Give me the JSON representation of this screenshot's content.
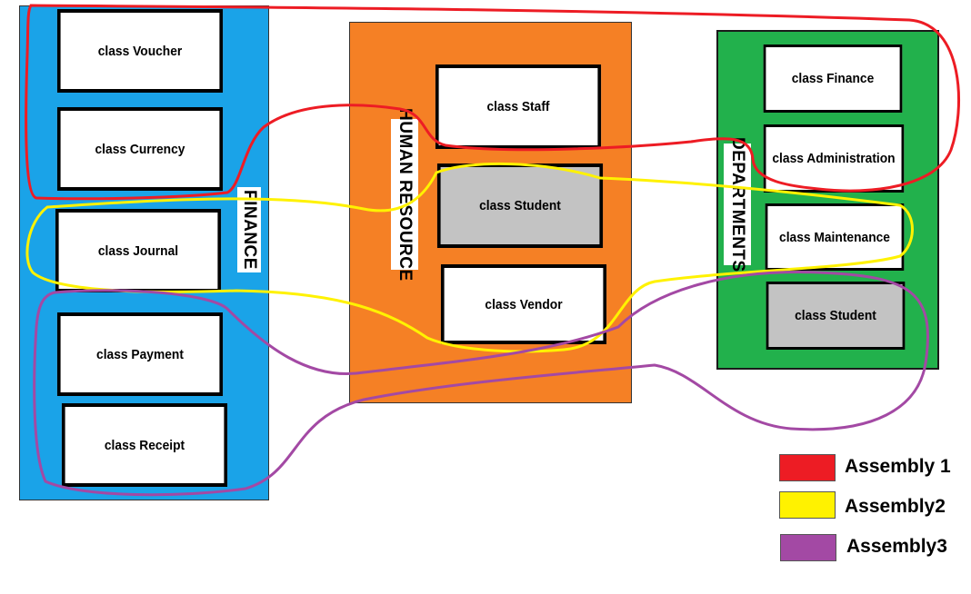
{
  "groups": {
    "finance": {
      "label": "FINANCE",
      "color": "#1aa3e8",
      "classes": [
        "class Voucher",
        "class Currency",
        "class Journal",
        "class Payment",
        "class Receipt"
      ]
    },
    "human_resource": {
      "label": "HUMAN RESOURCE",
      "color": "#f58025",
      "classes": [
        "class Staff",
        "class Student",
        "class Vendor"
      ]
    },
    "departments": {
      "label": "DEPARTMENTS",
      "color": "#22b14c",
      "classes": [
        "class Finance",
        "class Administration",
        "class Maintenance",
        "class Student"
      ]
    }
  },
  "legend": [
    {
      "label": "Assembly 1",
      "color": "#ed1c24"
    },
    {
      "label": "Assembly2",
      "color": "#fff200"
    },
    {
      "label": "Assembly3",
      "color": "#a349a4"
    }
  ],
  "class_fill": {
    "default": "#ffffff",
    "highlight": "#c3c3c3"
  }
}
